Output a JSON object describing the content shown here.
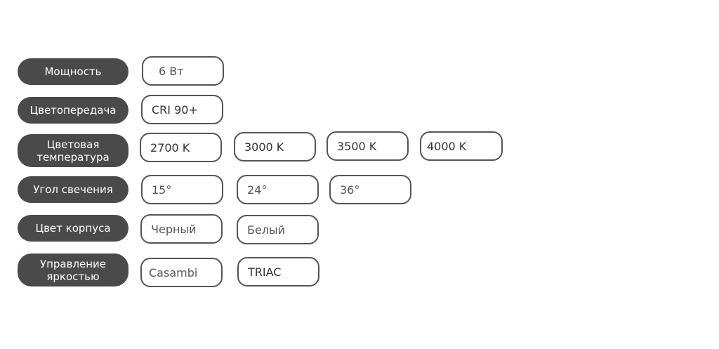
{
  "rows": [
    {
      "label": "Мощность",
      "options": [
        "6 Вт"
      ]
    },
    {
      "label": "Цветопередача",
      "options": [
        "CRI 90+"
      ]
    },
    {
      "label": "Цветовая температура",
      "options": [
        "2700 K",
        "3000 K",
        "3500 K",
        "4000 K"
      ]
    },
    {
      "label": "Угол свечения",
      "options": [
        "15°",
        "24°",
        "36°"
      ]
    },
    {
      "label": "Цвет корпуса",
      "options": [
        "Черный",
        "Белый"
      ]
    },
    {
      "label": "Управление яркостью",
      "options": [
        "Casambi",
        "TRIAC"
      ]
    }
  ]
}
